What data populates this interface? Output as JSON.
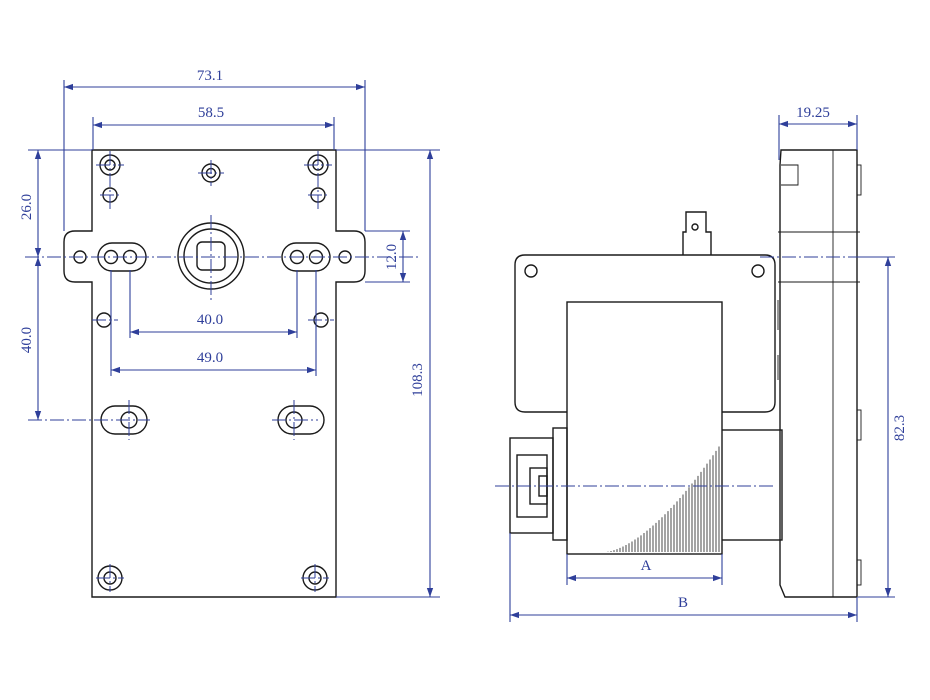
{
  "colors": {
    "dimension": "#2f3f9a",
    "outline": "#1a1a1a",
    "background": "#ffffff"
  },
  "front_view": {
    "dim_overall_width": "73.1",
    "dim_inner_width": "58.5",
    "dim_hole_span_1": "40.0",
    "dim_hole_span_2": "49.0",
    "dim_upper_offset": "26.0",
    "dim_lower_offset": "40.0",
    "dim_tab_height": "12.0",
    "dim_overall_height": "108.3"
  },
  "side_view": {
    "dim_flange_thickness": "19.25",
    "dim_height": "82.3",
    "dim_a": "A",
    "dim_b": "B"
  }
}
